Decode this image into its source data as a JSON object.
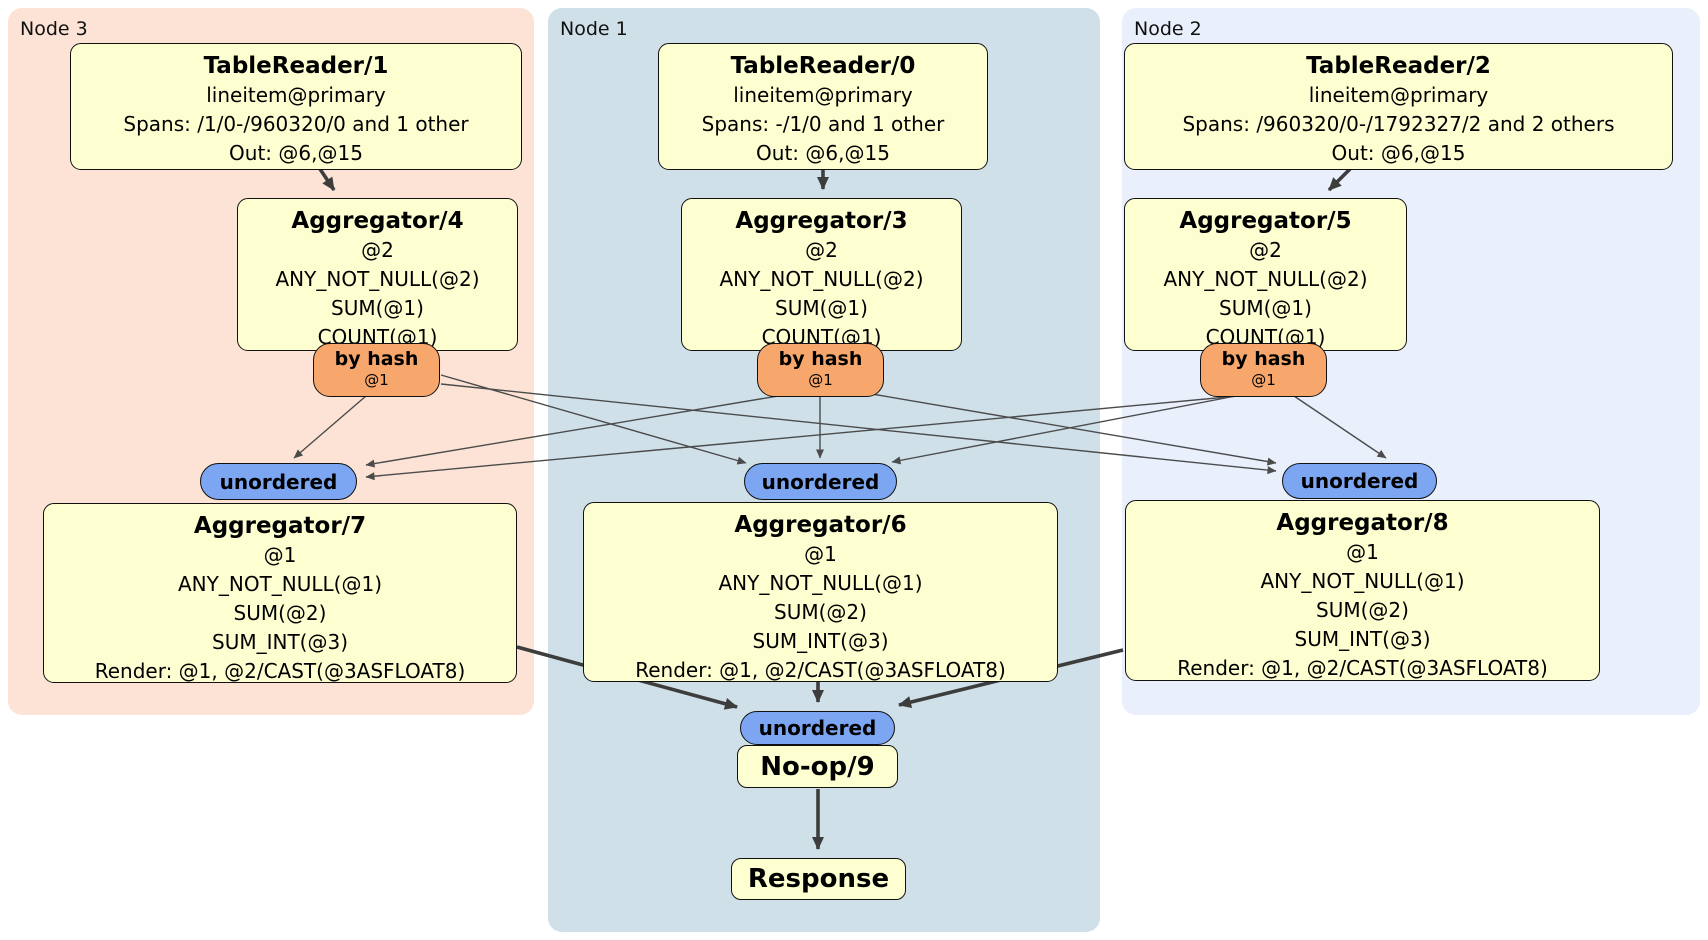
{
  "regions": [
    {
      "label": "Node 3"
    },
    {
      "label": "Node 1"
    },
    {
      "label": "Node 2"
    }
  ],
  "processors": {
    "tr1": {
      "title": "TableReader/1",
      "lines": [
        "lineitem@primary",
        "Spans: /1/0-/960320/0 and 1 other",
        "Out: @6,@15"
      ]
    },
    "tr0": {
      "title": "TableReader/0",
      "lines": [
        "lineitem@primary",
        "Spans: -/1/0 and 1 other",
        "Out: @6,@15"
      ]
    },
    "tr2": {
      "title": "TableReader/2",
      "lines": [
        "lineitem@primary",
        "Spans: /960320/0-/1792327/2 and 2 others",
        "Out: @6,@15"
      ]
    },
    "agg4": {
      "title": "Aggregator/4",
      "lines": [
        "@2",
        "ANY_NOT_NULL(@2)",
        "SUM(@1)",
        "COUNT(@1)"
      ]
    },
    "agg3": {
      "title": "Aggregator/3",
      "lines": [
        "@2",
        "ANY_NOT_NULL(@2)",
        "SUM(@1)",
        "COUNT(@1)"
      ]
    },
    "agg5": {
      "title": "Aggregator/5",
      "lines": [
        "@2",
        "ANY_NOT_NULL(@2)",
        "SUM(@1)",
        "COUNT(@1)"
      ]
    },
    "agg7": {
      "title": "Aggregator/7",
      "lines": [
        "@1",
        "ANY_NOT_NULL(@1)",
        "SUM(@2)",
        "SUM_INT(@3)",
        "Render: @1, @2/CAST(@3ASFLOAT8)"
      ]
    },
    "agg6": {
      "title": "Aggregator/6",
      "lines": [
        "@1",
        "ANY_NOT_NULL(@1)",
        "SUM(@2)",
        "SUM_INT(@3)",
        "Render: @1, @2/CAST(@3ASFLOAT8)"
      ]
    },
    "agg8": {
      "title": "Aggregator/8",
      "lines": [
        "@1",
        "ANY_NOT_NULL(@1)",
        "SUM(@2)",
        "SUM_INT(@3)",
        "Render: @1, @2/CAST(@3ASFLOAT8)"
      ]
    },
    "noop": {
      "title": "No-op/9"
    },
    "response": {
      "title": "Response"
    }
  },
  "routers": [
    {
      "label": "by hash",
      "detail": "@1"
    },
    {
      "label": "by hash",
      "detail": "@1"
    },
    {
      "label": "by hash",
      "detail": "@1"
    }
  ],
  "syncs": [
    {
      "label": "unordered"
    },
    {
      "label": "unordered"
    },
    {
      "label": "unordered"
    },
    {
      "label": "unordered"
    }
  ],
  "colors": {
    "node3_bg": "#fce3d5",
    "node1_bg": "#cfe0e9",
    "node2_bg": "#e9effb",
    "processor_bg": "#feffd1",
    "router_bg": "#f8a76c",
    "sync_bg": "#7ca5f2",
    "edge": "#3d3d3d"
  }
}
